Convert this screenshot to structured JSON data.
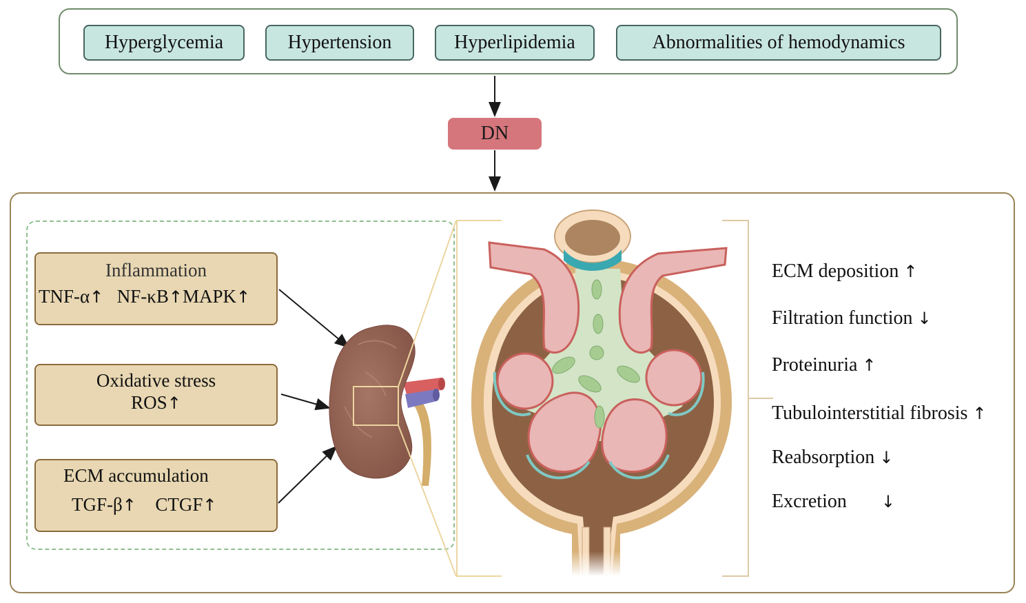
{
  "risk_factors": [
    {
      "label": "Hyperglycemia"
    },
    {
      "label": "Hypertension"
    },
    {
      "label": "Hyperlipidemia"
    },
    {
      "label": "Abnormalities of hemodynamics"
    }
  ],
  "central_node": {
    "label": "DN"
  },
  "mechanisms": [
    {
      "title": "Inflammation",
      "markers": [
        {
          "name": "TNF-α",
          "direction": "↑"
        },
        {
          "name": "NF-κB",
          "direction": "↑"
        },
        {
          "name": "MAPK",
          "direction": "↑"
        }
      ]
    },
    {
      "title": "Oxidative stress",
      "markers": [
        {
          "name": "ROS",
          "direction": "↑"
        }
      ]
    },
    {
      "title": "ECM accumulation",
      "markers": [
        {
          "name": "TGF-β",
          "direction": "↑"
        },
        {
          "name": "CTGF",
          "direction": "↑"
        }
      ]
    }
  ],
  "illustrations": {
    "kidney": "kidney-illustration",
    "glomerulus": "glomerulus-cross-section"
  },
  "outcomes": [
    {
      "label": "ECM deposition",
      "direction": "↑"
    },
    {
      "label": "Filtration function",
      "direction": "↓"
    },
    {
      "label": "Proteinuria",
      "direction": "↑"
    },
    {
      "label": "Tubulointerstitial fibrosis",
      "direction": "↑"
    },
    {
      "label": "Reabsorption",
      "direction": "↓"
    },
    {
      "label": "Excretion",
      "direction": "↓"
    }
  ],
  "colors": {
    "risk_box_fill": "#c8e6e0",
    "risk_box_border": "#46655f",
    "dn_fill": "#d5767c",
    "mechanism_fill": "#e8d7b2",
    "mechanism_border": "#8b6a3c",
    "dashed_group": "#8fc08e",
    "main_border": "#9a8457"
  }
}
